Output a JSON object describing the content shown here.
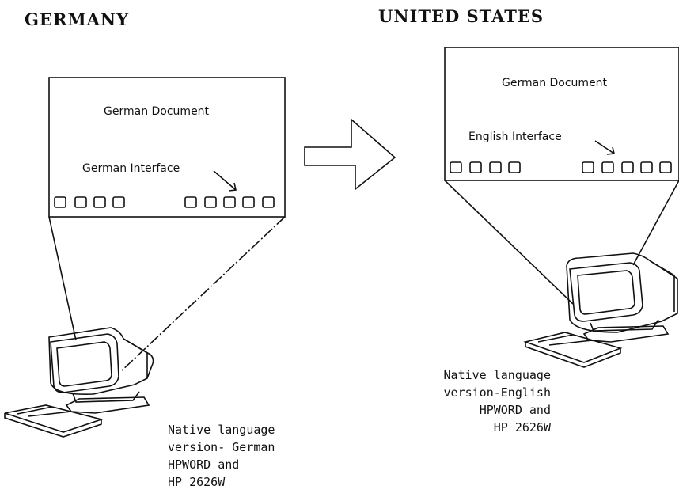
{
  "germany": {
    "title": "GERMANY",
    "document_label": "German Document",
    "interface_label": "German Interface",
    "caption_lines": [
      "Native language",
      "version- German",
      "HPWORD and",
      "HP 2626W"
    ]
  },
  "united_states": {
    "title": "UNITED STATES",
    "document_label": "German Document",
    "interface_label": "English Interface",
    "caption_lines": [
      "Native language",
      "version-English",
      "HPWORD and",
      "HP 2626W"
    ]
  }
}
